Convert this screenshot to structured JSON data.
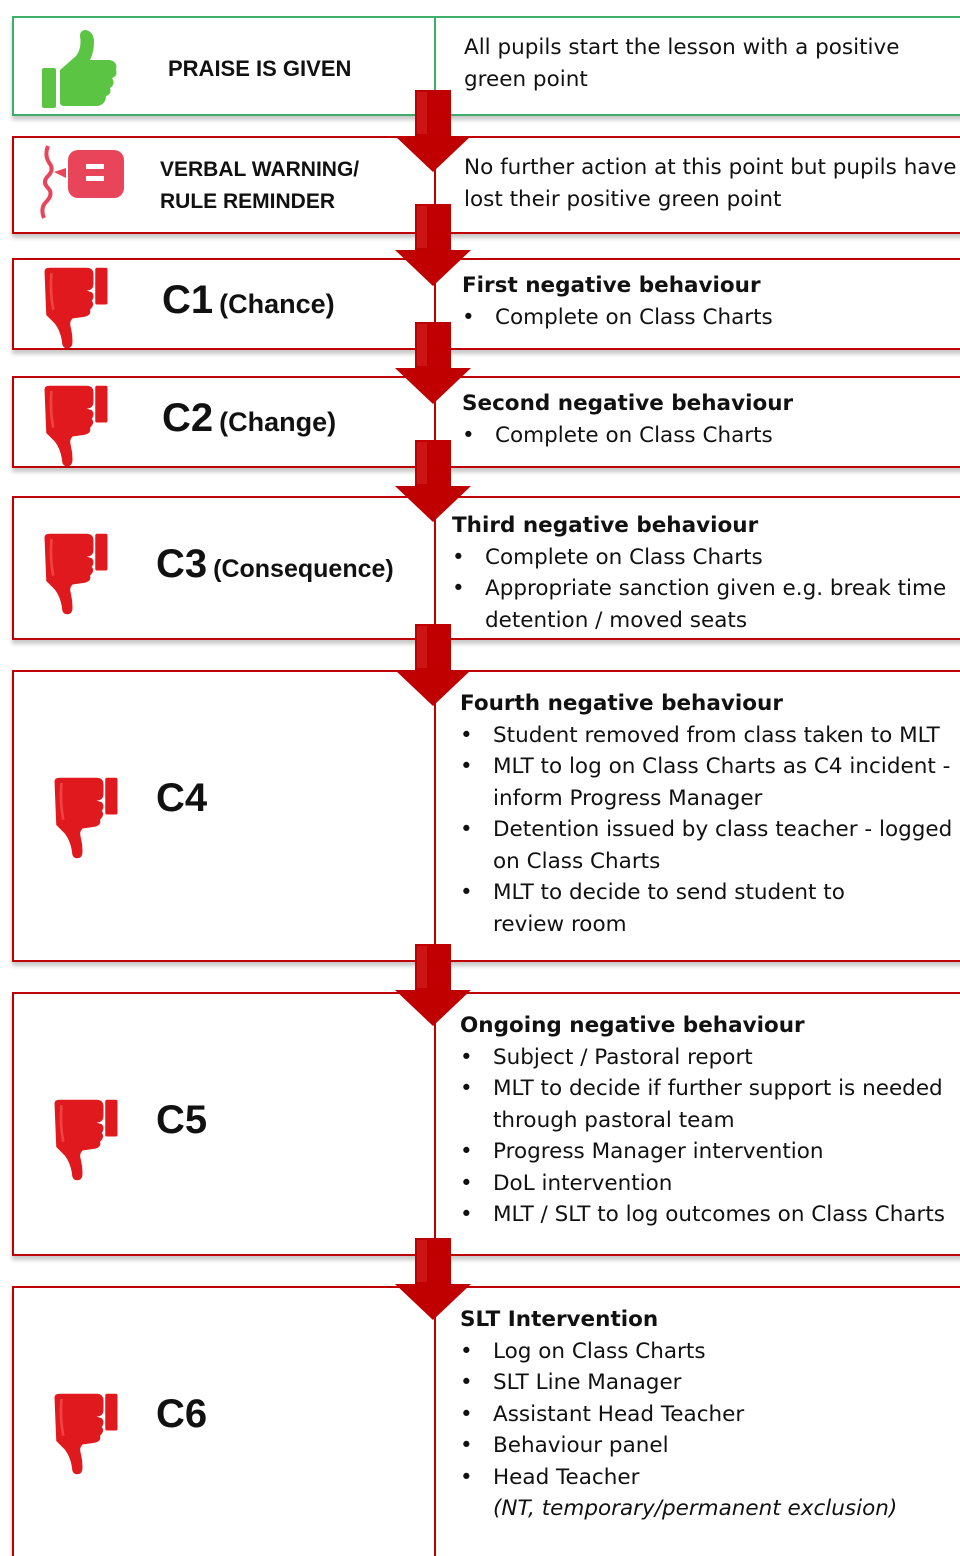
{
  "praise": {
    "label": "PRAISE IS GIVEN",
    "text_line1": "All pupils start the lesson with a positive",
    "text_line2": "green point"
  },
  "verbal": {
    "label_line1": "VERBAL WARNING/",
    "label_line2": "RULE REMINDER",
    "text_line1": "No further action at this point but pupils have",
    "text_line2": "lost their positive green point"
  },
  "c1": {
    "code": "C1",
    "sub": "(Chance)",
    "heading": "First negative behaviour",
    "items": [
      "Complete on Class Charts"
    ]
  },
  "c2": {
    "code": "C2",
    "sub": "(Change)",
    "heading": "Second negative behaviour",
    "items": [
      "Complete on Class Charts"
    ]
  },
  "c3": {
    "code": "C3",
    "sub": "(Consequence)",
    "heading": "Third negative behaviour",
    "items": [
      "Complete on Class Charts",
      "Appropriate sanction given e.g. break time",
      "detention / moved seats"
    ]
  },
  "c4": {
    "code": "C4",
    "heading": "Fourth negative behaviour",
    "items": [
      "Student removed from class taken to MLT",
      "MLT to log on Class Charts as C4 incident -",
      "inform Progress Manager",
      "Detention issued by class teacher - logged",
      "on Class Charts",
      "MLT to decide to send student to",
      "review room"
    ]
  },
  "c5": {
    "code": "C5",
    "heading": "Ongoing negative behaviour",
    "items": [
      "Subject / Pastoral report",
      "MLT to decide if further support is needed",
      "through pastoral team",
      "Progress Manager intervention",
      "DoL intervention",
      "MLT / SLT to log outcomes on Class Charts"
    ]
  },
  "c6": {
    "code": "C6",
    "heading": "SLT Intervention",
    "items": [
      "Log on Class Charts",
      "SLT Line Manager",
      "Assistant Head Teacher",
      "Behaviour panel",
      "Head Teacher"
    ],
    "note": "(NT, temporary/permanent exclusion)"
  },
  "colors": {
    "red": "#c00000",
    "green": "#3fae6a",
    "thumb_green": "#5cc443",
    "thumb_red": "#e0191e",
    "speech": "#e8455b"
  },
  "icons": [
    "thumbs-up-icon",
    "speech-icon",
    "thumbs-down-icon",
    "down-arrow-icon"
  ]
}
